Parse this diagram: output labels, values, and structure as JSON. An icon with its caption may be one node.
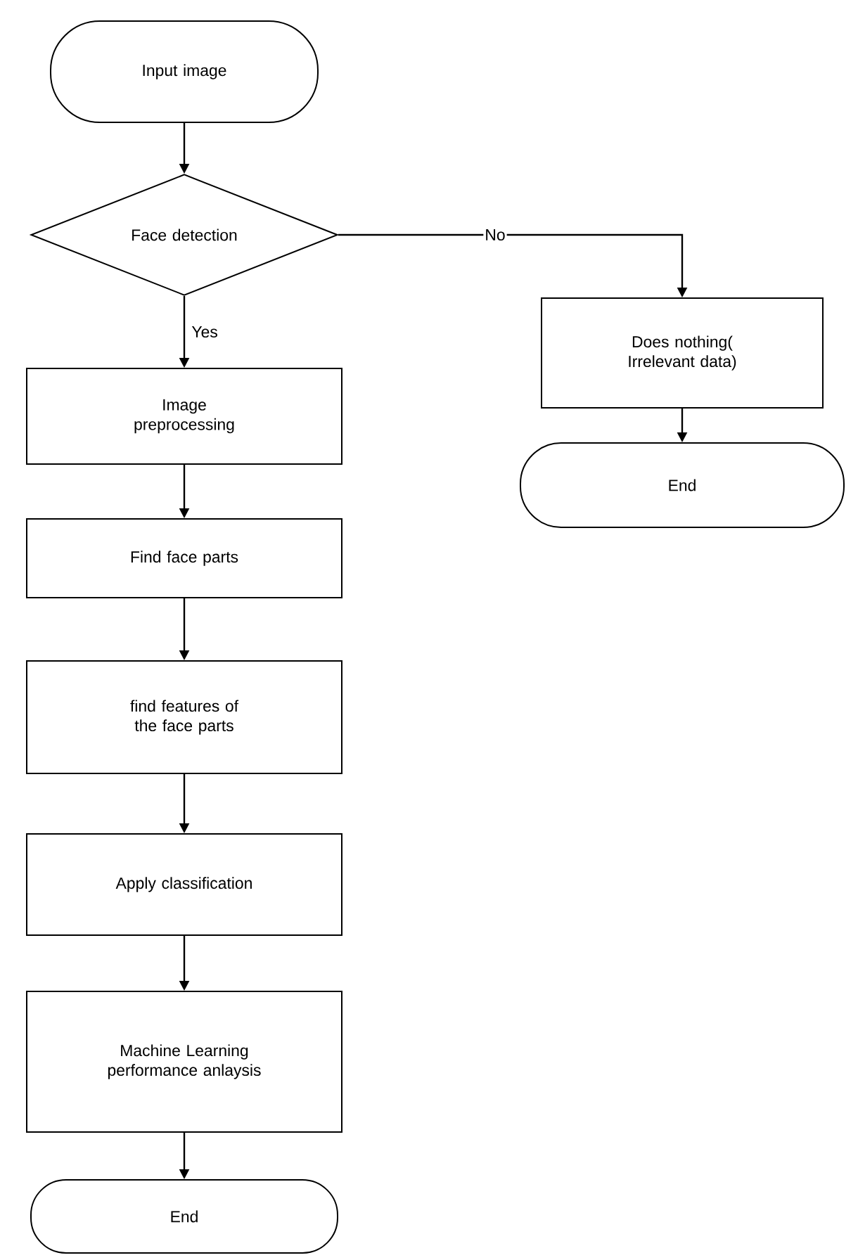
{
  "diagram": {
    "nodes": [
      {
        "text": [
          "Input image"
        ]
      },
      {
        "text": [
          "Face detection"
        ]
      },
      {
        "text": [
          "Image preprocessing"
        ]
      },
      {
        "text": [
          "Find face parts"
        ]
      },
      {
        "text": [
          "find features of the face parts"
        ]
      },
      {
        "text": [
          "Apply classification"
        ]
      },
      {
        "text": [
          "Machine Learning performance anlaysis"
        ]
      },
      {
        "text": [
          "End"
        ]
      },
      {
        "text": [
          "Does nothing( Irrelevant data)"
        ]
      },
      {
        "text": [
          "End"
        ]
      }
    ],
    "edges": [
      {
        "from": 0,
        "to": 1,
        "arrow": "to"
      },
      {
        "from": 1,
        "to": 2,
        "arrow": "to",
        "label": "Yes"
      },
      {
        "from": 2,
        "to": 3,
        "arrow": "to"
      },
      {
        "from": 3,
        "to": 4,
        "arrow": "to"
      },
      {
        "from": 4,
        "to": 5,
        "arrow": "to"
      },
      {
        "from": 5,
        "to": 6,
        "arrow": "to"
      },
      {
        "from": 6,
        "to": 7,
        "arrow": "to"
      },
      {
        "from": 1,
        "to": 8,
        "arrow": "to",
        "label": "No"
      },
      {
        "from": 8,
        "to": 9,
        "arrow": "to"
      }
    ]
  }
}
